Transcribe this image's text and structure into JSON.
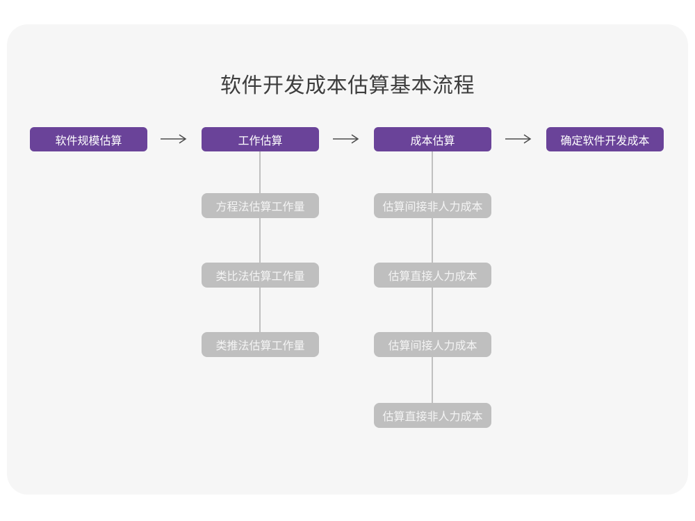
{
  "page": {
    "title": "软件开发成本估算基本流程"
  },
  "colors": {
    "background": "#ffffff",
    "card": "#f6f6f6",
    "primary": "#6a4399",
    "secondary": "#bfbfbf",
    "connector": "#c0c0c0",
    "arrow": "#4b4b4b",
    "title_text": "#3d3d3d",
    "box_text": "#ffffff"
  },
  "flow": {
    "main_steps": [
      {
        "label": "软件规模估算"
      },
      {
        "label": "工作估算"
      },
      {
        "label": "成本估算"
      },
      {
        "label": "确定软件开发成本"
      }
    ],
    "work_estimation_methods": [
      {
        "label": "方程法估算工作量"
      },
      {
        "label": "类比法估算工作量"
      },
      {
        "label": "类推法估算工作量"
      }
    ],
    "cost_estimation_items": [
      {
        "label": "估算间接非人力成本"
      },
      {
        "label": "估算直接人力成本"
      },
      {
        "label": "估算间接人力成本"
      },
      {
        "label": "估算直接非人力成本"
      }
    ]
  }
}
